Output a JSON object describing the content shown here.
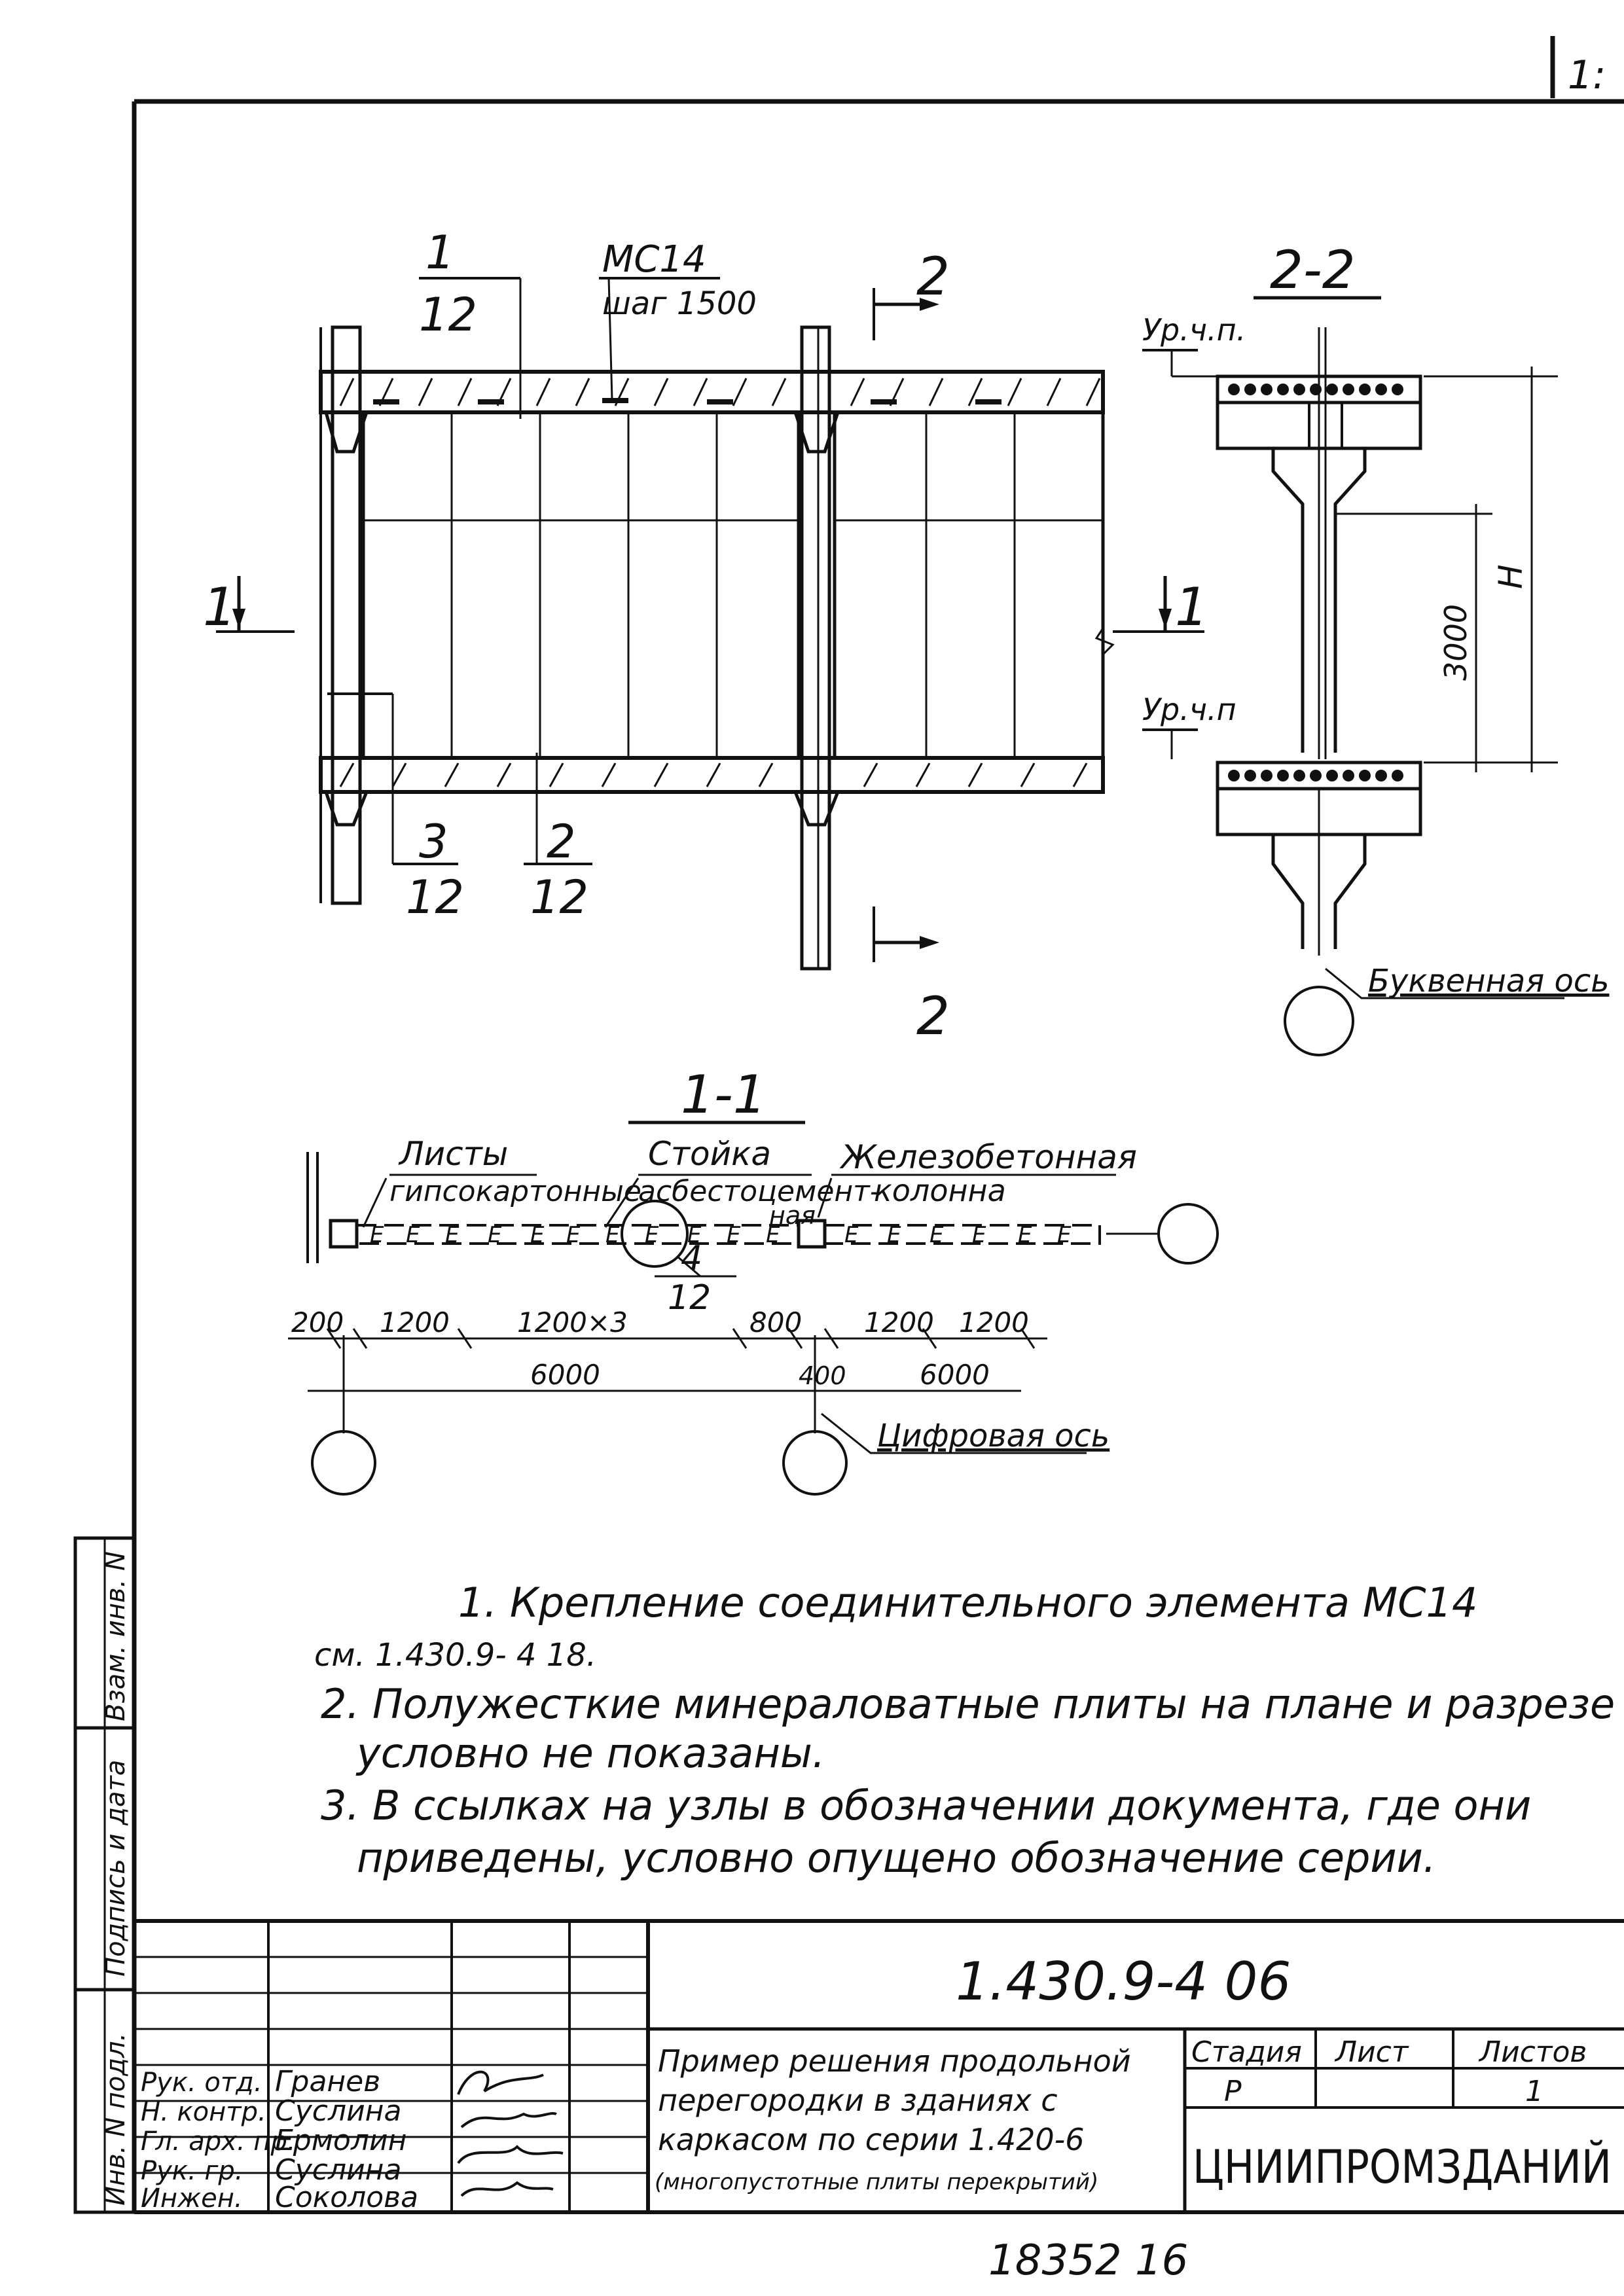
{
  "page_no": "1:",
  "plan": {
    "callout1_num": "1",
    "callout1_den": "12",
    "callout_mc_l1": "МС14",
    "callout_mc_l2": "шаг 1500",
    "callout3_num": "3",
    "callout3_den": "12",
    "callout2_num": "2",
    "callout2_den": "12",
    "section_mark_1": "1",
    "section_mark_2": "2"
  },
  "section22": {
    "title": "2-2",
    "level_top": "Ур.ч.п.",
    "level_bottom": "Ур.ч.п",
    "dim_3000": "3000",
    "dim_H": "H",
    "axis_label": "Буквенная ось"
  },
  "section11": {
    "title": "1-1",
    "label_sheets_1": "Листы",
    "label_sheets_2": "гипсокартонные",
    "label_post_1": "Стойка",
    "label_post_2": "асбестоцемент-",
    "label_post_3": "ная",
    "label_col_1": "Железобетонная",
    "label_col_2": "колонна",
    "node_num": "4",
    "node_den": "12",
    "dims": [
      "200",
      "1200",
      "1200×3",
      "800",
      "1200",
      "1200"
    ],
    "dim_6000_left": "6000",
    "dim_400": "400",
    "dim_6000_right": "6000",
    "axis_label": "Цифровая ось"
  },
  "notes": [
    "1. Крепление соединительного элемента МС14",
    "см. 1.430.9- 4 18.",
    "2. Полужесткие минераловатные плиты на плане и разрезе",
    "условно не показаны.",
    "3. В ссылках на узлы в обозначении документа, где они",
    "приведены, условно опущено обозначение серии."
  ],
  "side_stamp": [
    "Инв. N подл.",
    "Подпись и дата",
    "Взам. инв. N"
  ],
  "title_block": {
    "doc_code": "1.430.9-4 06",
    "roles": [
      "Рук. отд.",
      "Н. контр.",
      "Гл. арх. пр.",
      "Рук. гр.",
      "Инжен."
    ],
    "names": [
      "Гранев",
      "Суслина",
      "Ермолин",
      "Суслина",
      "Соколова"
    ],
    "title_lines": [
      "Пример решения продольной",
      "перегородки в зданиях с",
      "каркасом по серии 1.420-6",
      "(многопустотные плиты перекрытий)"
    ],
    "stage_header": "Стадия",
    "sheet_header": "Лист",
    "sheets_header": "Листов",
    "stage_value": "Р",
    "sheet_value": "",
    "sheets_value": "1",
    "org": "ЦНИИПРОМЗДАНИЙ"
  },
  "bottom_number": "18352 16"
}
